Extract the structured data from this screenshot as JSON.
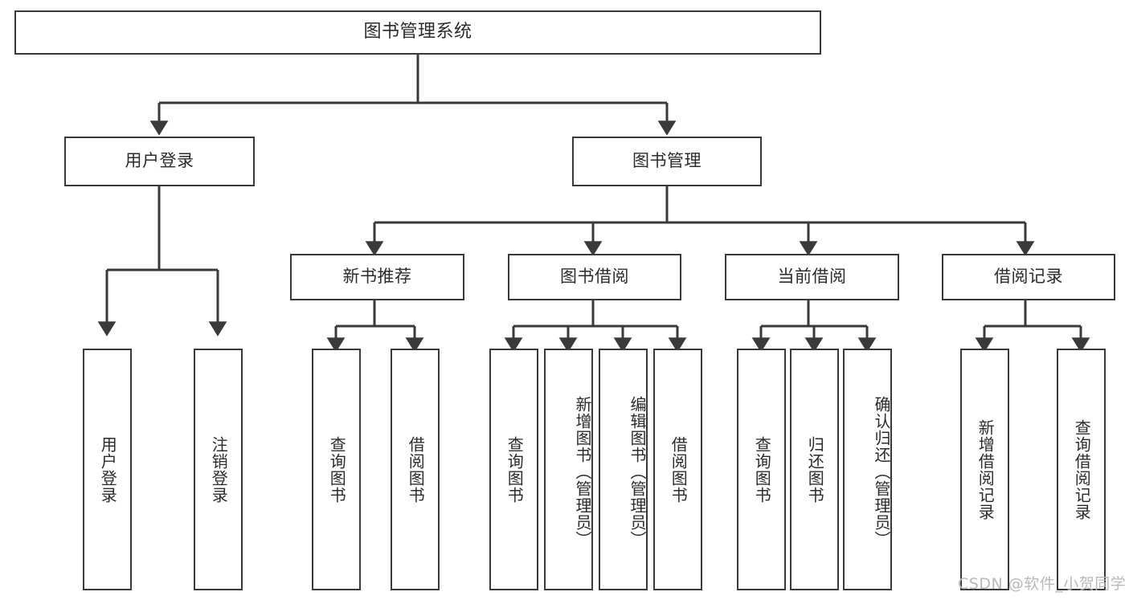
{
  "diagram": {
    "type": "tree-hierarchy",
    "title": "图书管理系统",
    "root": {
      "label": "图书管理系统"
    },
    "level2": [
      {
        "label": "用户登录"
      },
      {
        "label": "图书管理"
      }
    ],
    "level3": [
      {
        "label": "新书推荐"
      },
      {
        "label": "图书借阅"
      },
      {
        "label": "当前借阅"
      },
      {
        "label": "借阅记录"
      }
    ],
    "leaves": {
      "user_login": [
        {
          "label": "用户登录"
        },
        {
          "label": "注销登录"
        }
      ],
      "new_book_recommend": [
        {
          "label": "查询图书"
        },
        {
          "label": "借阅图书"
        }
      ],
      "book_borrow": [
        {
          "label": "查询图书"
        },
        {
          "label": "新增图书（管理员）"
        },
        {
          "label": "编辑图书（管理员）"
        },
        {
          "label": "借阅图书"
        }
      ],
      "current_borrow": [
        {
          "label": "查询图书"
        },
        {
          "label": "归还图书"
        },
        {
          "label": "确认归还（管理员）"
        }
      ],
      "borrow_record": [
        {
          "label": "新增借阅记录"
        },
        {
          "label": "查询借阅记录"
        }
      ]
    }
  },
  "watermark": {
    "text": "CSDN @软件_小贺同学"
  },
  "colors": {
    "border": "#3a3a3a",
    "text": "#2b2b2b",
    "background": "#ffffff",
    "watermark": "#b9b9b9"
  }
}
